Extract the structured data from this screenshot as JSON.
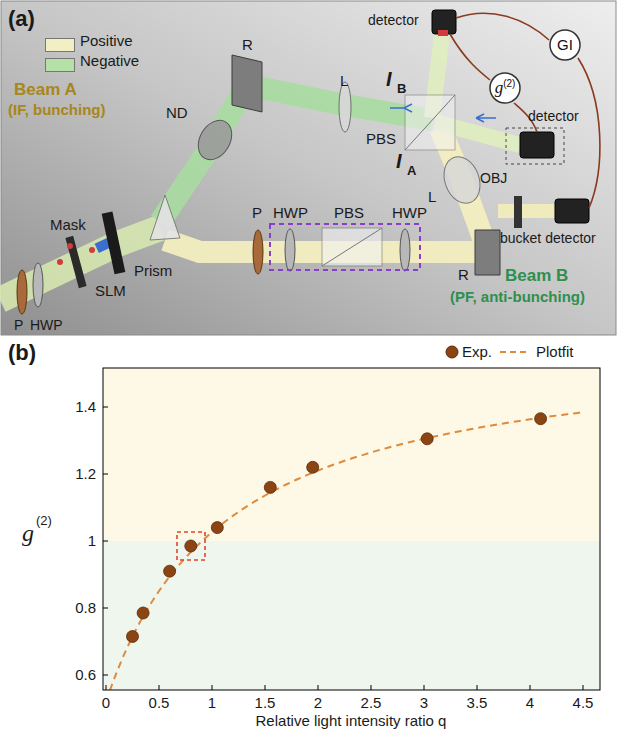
{
  "diagram": {
    "nodes": [
      {
        "text": [
          "GI"
        ]
      },
      {
        "text": [
          "g",
          "(2)"
        ]
      }
    ],
    "labels": [
      "(a)",
      "Beam A",
      "(IF, bunching)",
      "Beam B",
      "(PF, anti-bunching)",
      "R",
      "ND",
      "L",
      "PBS",
      "detector",
      "detector",
      "I",
      "B",
      "I",
      "A",
      "L",
      "R",
      "P",
      "HWP",
      "PBS",
      "HWP",
      "Prism",
      "SLM",
      "Mask",
      "P",
      "HWP",
      "OBJ",
      "bucket detector",
      "(b)",
      "1.4",
      "1.2",
      "1",
      "0.8",
      "0.6",
      "0",
      "0.5",
      "1",
      "1.5",
      "2",
      "2.5",
      "3",
      "3.5",
      "4",
      "4.5",
      "Relative light intensity ratio q",
      "g",
      "(2)"
    ],
    "legend": [
      {
        "text": "Positive",
        "color": "#f3efc4"
      },
      {
        "text": "Negative",
        "color": "#b5e0a8"
      },
      {
        "text": "Exp."
      },
      {
        "text": "Plotfit"
      }
    ]
  }
}
